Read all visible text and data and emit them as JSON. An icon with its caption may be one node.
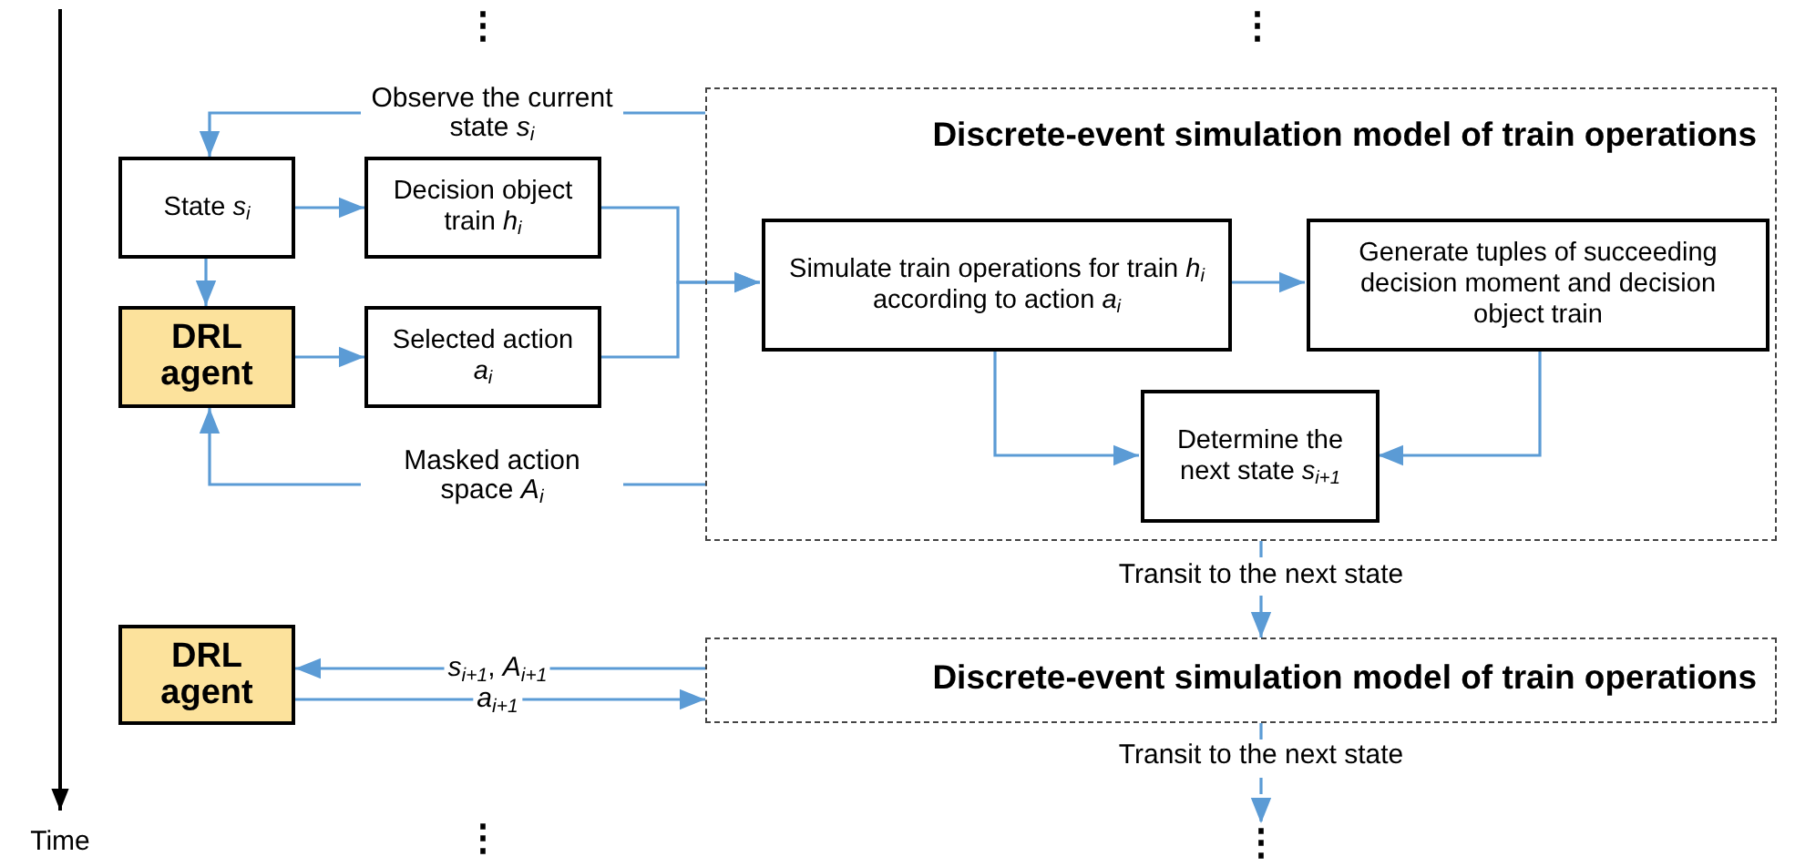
{
  "diagram": {
    "nodes": [
      {
        "text": [
          "State *s*$_{i}$"
        ]
      },
      {
        "text": [
          "Decision object train *h*$_{i}$"
        ]
      },
      {
        "text": [
          "DRL agent"
        ]
      },
      {
        "text": [
          "Selected action *a*$_{i}$"
        ]
      },
      {
        "text": [
          "Discrete-event simulation model of train operations"
        ]
      },
      {
        "text": [
          "Simulate train operations for train *h*$_{i}$ according to action *a*$_{i}$"
        ],
        "in": 4
      },
      {
        "text": [
          "Generate tuples of succeeding decision moment and decision object train"
        ],
        "in": 4
      },
      {
        "text": [
          "Determine the next state *s*$_{i+1}$"
        ],
        "in": 4
      },
      {
        "text": [
          "DRL agent"
        ]
      },
      {
        "text": [
          "Discrete-event simulation model of train operations"
        ]
      },
      {
        "text": [
          "⋮"
        ]
      }
    ],
    "edges": [
      {
        "from": 4,
        "to": 0,
        "arrow": "to",
        "label": "Observe the current state *s*$_{i}$"
      },
      {
        "from": 0,
        "to": 1,
        "arrow": "to"
      },
      {
        "from": 0,
        "to": 2,
        "arrow": "to"
      },
      {
        "from": 2,
        "to": 3,
        "arrow": "to"
      },
      {
        "from": 1,
        "to": 5,
        "arrow": "to"
      },
      {
        "from": 3,
        "to": 5,
        "arrow": "to"
      },
      {
        "from": 5,
        "to": 6,
        "arrow": "to"
      },
      {
        "from": 5,
        "to": 7,
        "arrow": "to"
      },
      {
        "from": 6,
        "to": 7,
        "arrow": "to"
      },
      {
        "from": 4,
        "to": 2,
        "arrow": "to",
        "label": "Masked action space *A*$_{i}$"
      },
      {
        "from": 4,
        "to": 9,
        "arrow": "to",
        "label": "Transit to the next state",
        "style": "dashed"
      },
      {
        "from": 9,
        "to": 8,
        "arrow": "to",
        "label": "*s*$_{i+1}$, *A*$_{i+1}$"
      },
      {
        "from": 8,
        "to": 9,
        "arrow": "to",
        "label": "*a*$_{i+1}$"
      },
      {
        "from": 9,
        "to": 10,
        "arrow": "to",
        "label": "Transit to the next state",
        "style": "dashed"
      }
    ],
    "labels": [
      "⋮",
      "⋮",
      "Time",
      "⋮"
    ]
  }
}
